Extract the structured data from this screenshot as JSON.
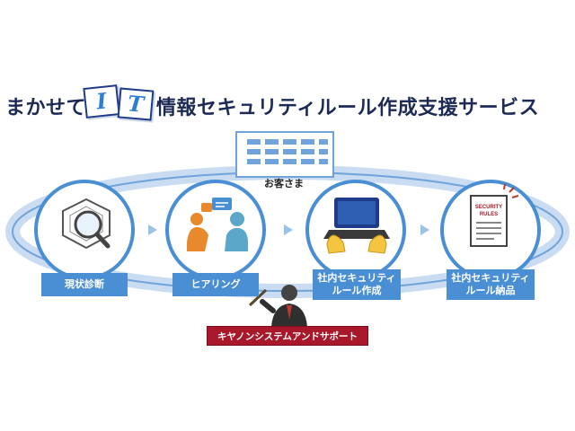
{
  "title": {
    "prefix": "まかせて",
    "it_letters": [
      "I",
      "T"
    ],
    "main": "情報セキュリティルール作成支援サービス"
  },
  "customer": {
    "label": "お客さま"
  },
  "steps": [
    {
      "label": "現状診断",
      "icon": "magnifier-radar-icon"
    },
    {
      "label": "ヒアリング",
      "icon": "people-talking-icon"
    },
    {
      "label": "社内セキュリティ\nルール作成",
      "icon": "laptop-typing-icon"
    },
    {
      "label": "社内セキュリティ\nルール納品",
      "icon": "security-rules-document-icon"
    }
  ],
  "document_icon_text": "SECURITY\nRULES",
  "vendor": {
    "label": "キヤノンシステムアンドサポート"
  },
  "colors": {
    "accent_blue": "#4a8fd4",
    "light_blue": "#c9dcf1",
    "navy": "#1c2a55",
    "vendor_red": "#a8182a"
  }
}
